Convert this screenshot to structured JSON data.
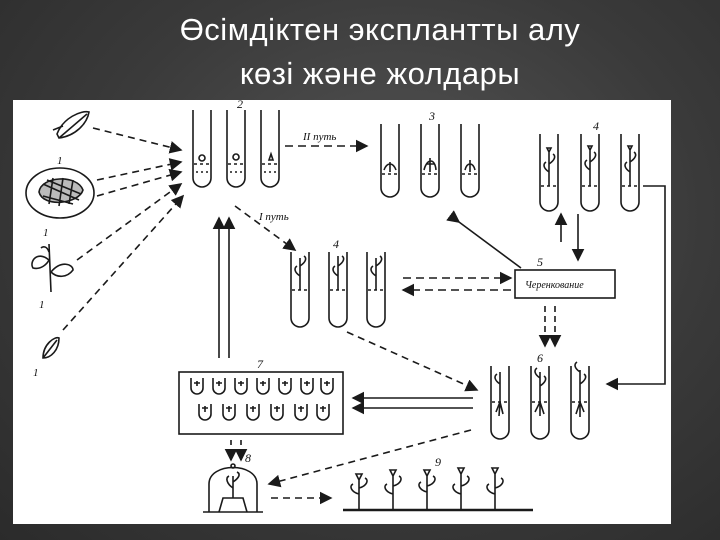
{
  "slide": {
    "title_line1": "Өсімдіктен эксплантты алу",
    "title_line2": "көзі және жолдары"
  },
  "figure": {
    "labels": {
      "n1a": "1",
      "n1b": "1",
      "n1c": "1",
      "n1d": "1",
      "n2": "2",
      "n3": "3",
      "n4a": "4",
      "n4b": "4",
      "n5": "5",
      "n6": "6",
      "n7": "7",
      "n8": "8",
      "n9": "9",
      "path2": "II путь",
      "path1": "I путь",
      "cuttings": "Черенкование"
    },
    "colors": {
      "ink": "#1a1a1a",
      "paper": "#ffffff"
    }
  }
}
